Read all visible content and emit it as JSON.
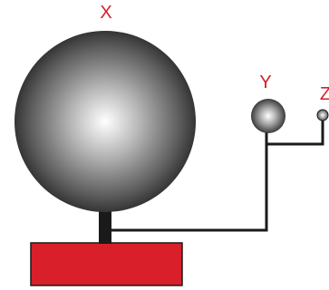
{
  "diagram": {
    "labels": {
      "x": "X",
      "y": "Y",
      "z": "Z"
    },
    "colors": {
      "label": "#d1202f",
      "base": "#d81f2a",
      "wire": "#1a1a1a",
      "sphere_highlight": "#ffffff",
      "sphere_shadow": "#1e1e1e"
    }
  }
}
